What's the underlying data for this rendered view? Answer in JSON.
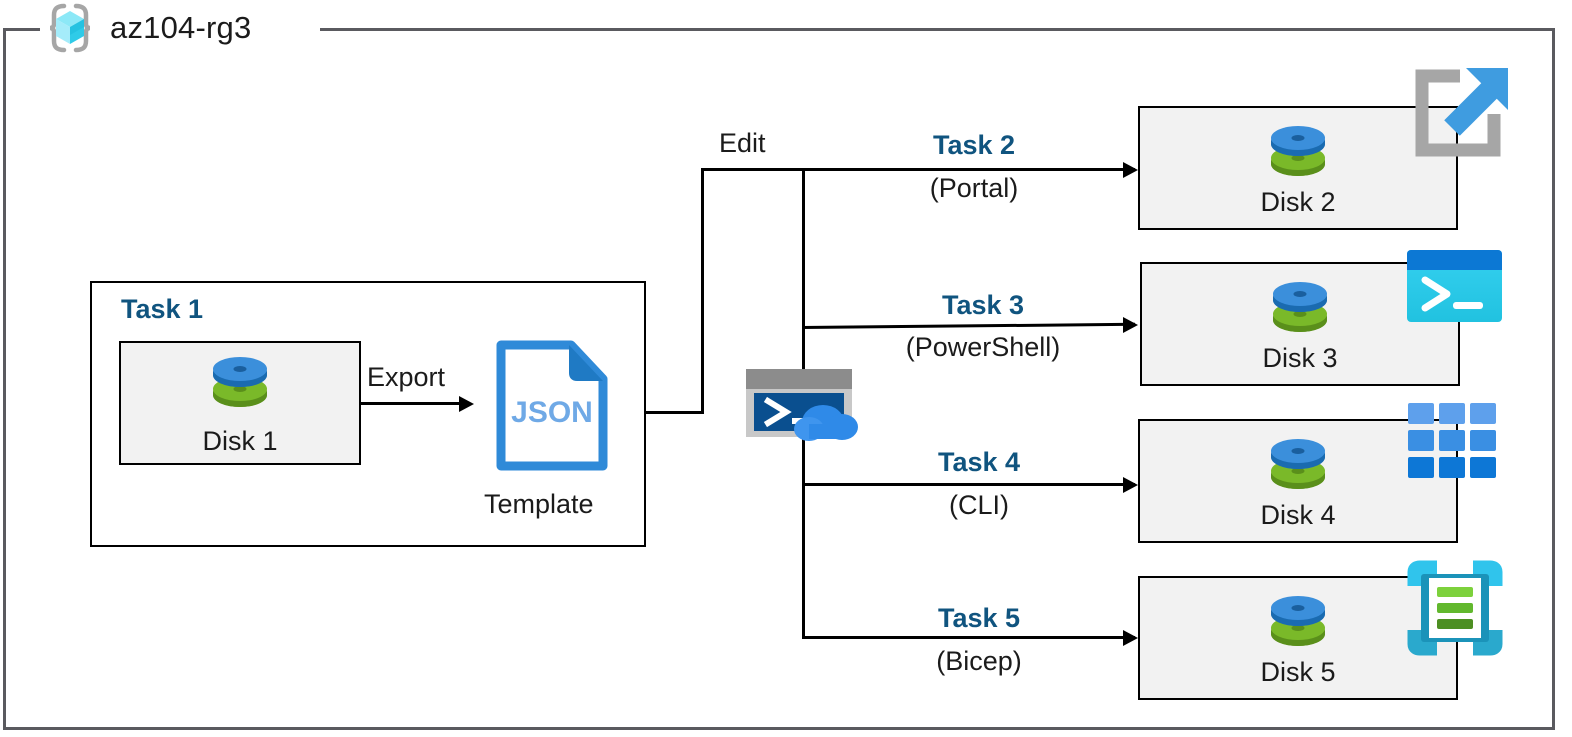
{
  "diagram": {
    "title": "az104-rg3",
    "resource_group_icon": "azure-resource-group-icon",
    "frame_color": "#5a5a5f",
    "accent_color": "#10547f",
    "box_fill": "#f2f2f2"
  },
  "task1": {
    "label": "Task 1",
    "disk": {
      "name": "Disk 1",
      "icon": "managed-disk-icon"
    },
    "export_label": "Export",
    "template": {
      "file_type": "JSON",
      "caption": "Template",
      "icon": "json-file-icon"
    }
  },
  "shell": {
    "edit_label": "Edit",
    "icon": "cloud-shell-icon"
  },
  "branches": [
    {
      "task": "Task 2",
      "method": "(Portal)",
      "disk": "Disk 2",
      "tool_icon": "azure-portal-icon",
      "disk_icon": "managed-disk-icon"
    },
    {
      "task": "Task 3",
      "method": "(PowerShell)",
      "disk": "Disk 3",
      "tool_icon": "powershell-icon",
      "disk_icon": "managed-disk-icon"
    },
    {
      "task": "Task 4",
      "method": "(CLI)",
      "disk": "Disk 4",
      "tool_icon": "azure-cli-icon",
      "disk_icon": "managed-disk-icon"
    },
    {
      "task": "Task 5",
      "method": "(Bicep)",
      "disk": "Disk 5",
      "tool_icon": "bicep-icon",
      "disk_icon": "managed-disk-icon"
    }
  ]
}
